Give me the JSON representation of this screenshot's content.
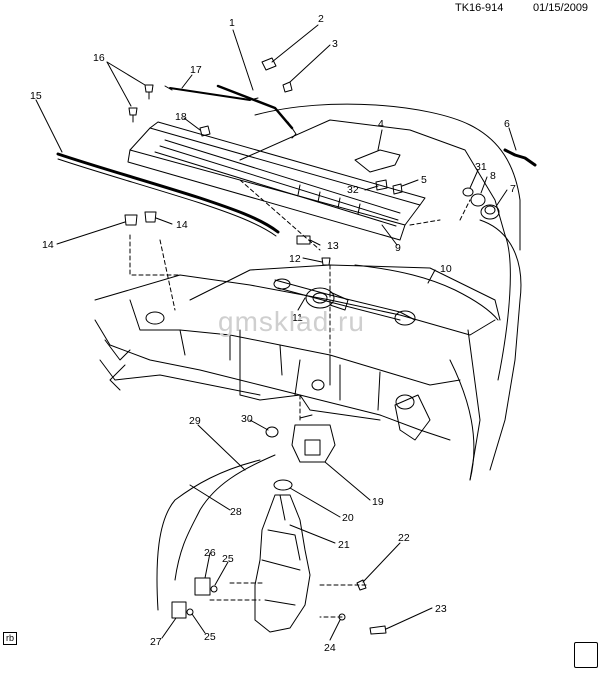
{
  "header": {
    "code": "TK16-914",
    "date": "01/15/2009"
  },
  "footer": {
    "tag": "rb"
  },
  "watermark": "gmsklad.ru",
  "callouts": [
    "1",
    "2",
    "3",
    "4",
    "5",
    "6",
    "7",
    "8",
    "9",
    "10",
    "11",
    "12",
    "13",
    "14",
    "14",
    "15",
    "16",
    "17",
    "18",
    "19",
    "20",
    "21",
    "22",
    "23",
    "24",
    "25",
    "25",
    "26",
    "27",
    "28",
    "29",
    "30",
    "31",
    "32"
  ]
}
